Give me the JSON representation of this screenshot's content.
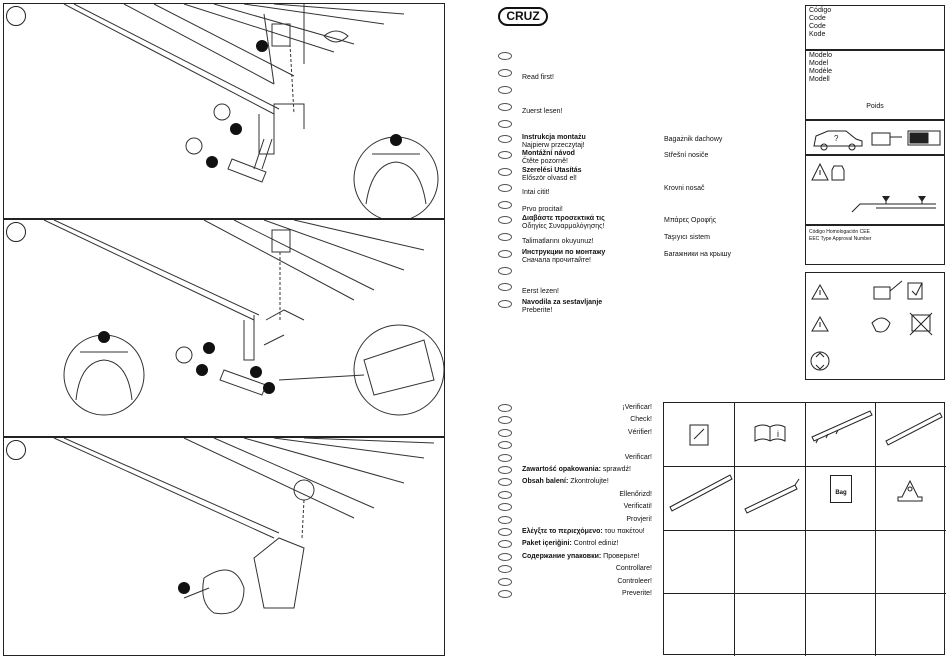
{
  "brand": {
    "logo": "CRUZ"
  },
  "info_box": {
    "code_labels": [
      "Código",
      "Code",
      "Code",
      "Kode"
    ],
    "model_labels": [
      "Modelo",
      "Model",
      "Modèle",
      "Modell"
    ],
    "weight_label": "Poids",
    "homologation": [
      "Código Homologación CEE",
      "EEC Type Approval Number"
    ]
  },
  "read_first": [
    {
      "title": "",
      "text": ""
    },
    {
      "title": "",
      "text": "Read first!"
    },
    {
      "title": "",
      "text": ""
    },
    {
      "title": "",
      "text": "Zuerst lesen!"
    },
    {
      "title": "",
      "text": ""
    },
    {
      "title": "Instrukcja montażu",
      "text": "Najpierw przeczytaj!",
      "product": "Bagażnik dachowy"
    },
    {
      "title": "Montážní návod",
      "text": "Čtěte pozorně!",
      "product": "Střešní nosiče"
    },
    {
      "title": "Szerelési Utasítás",
      "text": "Először olvasd el!",
      "product": ""
    },
    {
      "title": "",
      "text": "Intai citit!",
      "product": "Krovni nosač"
    },
    {
      "title": "",
      "text": "Prvo procitai!",
      "product": ""
    },
    {
      "title": "Διαβάστε προσεκτικά τις",
      "text": "Οδηγίες Συναρμολόγησης!",
      "product": "Μπάρες Οροφής"
    },
    {
      "title": "",
      "text": "Talimatlarını okuyunuz!",
      "product": "Taşıyıcı sistem"
    },
    {
      "title": "Инструкции по монтажу",
      "text": "Сначала прочитайте!",
      "product": "Багажники на крышу"
    },
    {
      "title": "",
      "text": "",
      "product": ""
    },
    {
      "title": "",
      "text": "Eerst lezen!",
      "product": ""
    },
    {
      "title": "Navodila za sestavljanje",
      "text": "Preberite!",
      "product": ""
    }
  ],
  "check_list": [
    {
      "bold": "",
      "text": "¡Verificar!"
    },
    {
      "bold": "",
      "text": "Check!"
    },
    {
      "bold": "",
      "text": "Vérifier!"
    },
    {
      "bold": "",
      "text": ""
    },
    {
      "bold": "",
      "text": "Verificar!"
    },
    {
      "bold": "Zawartość opakowania:",
      "text": " sprawdź!"
    },
    {
      "bold": "Obsah balení:",
      "text": " Zkontrolujte!"
    },
    {
      "bold": "",
      "text": "Ellenőrizd!"
    },
    {
      "bold": "",
      "text": "Verificati!"
    },
    {
      "bold": "",
      "text": "Provjeri!"
    },
    {
      "bold": "Ελέγξτε το περιεχόμενο:",
      "text": " του πακέτου!"
    },
    {
      "bold": "Paket içeriğini:",
      "text": " Control ediniz!"
    },
    {
      "bold": "Содержание упаковки:",
      "text": " Проверьте!"
    },
    {
      "bold": "",
      "text": "Controllare!"
    },
    {
      "bold": "",
      "text": "Controleer!"
    },
    {
      "bold": "",
      "text": "Preverite!"
    }
  ],
  "parts": {
    "bag_label": "Bag"
  },
  "colors": {
    "line": "#222222",
    "marker": "#111111"
  }
}
